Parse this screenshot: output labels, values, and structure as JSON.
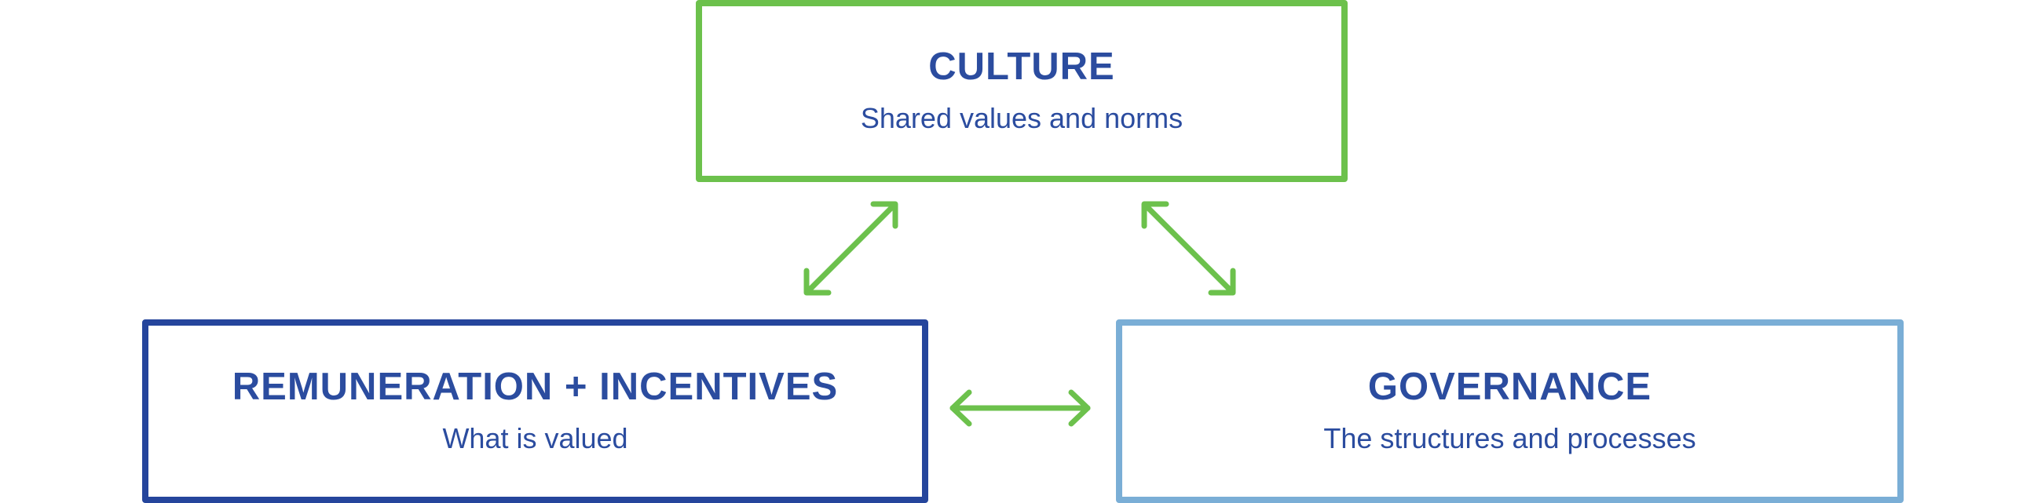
{
  "culture": {
    "title": "CULTURE",
    "subtitle": "Shared values and norms"
  },
  "remuneration": {
    "title": "REMUNERATION + INCENTIVES",
    "subtitle": "What is valued"
  },
  "governance": {
    "title": "GOVERNANCE",
    "subtitle": "The structures and processes"
  },
  "colors": {
    "culture_border": "#6cc14c",
    "remuneration_border": "#25459c",
    "governance_border": "#7aaed6",
    "text": "#2b4c9f",
    "arrow": "#6cc14c"
  }
}
